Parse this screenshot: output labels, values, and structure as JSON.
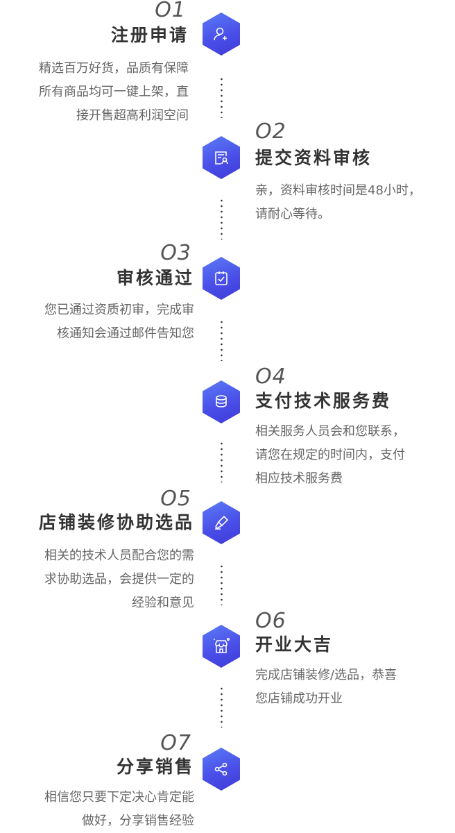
{
  "steps": [
    {
      "num": "O1",
      "title": "注册申请",
      "desc": [
        "精选百万好货，品质有保障",
        "所有商品均可一键上架，直",
        "接开售超高利润空间"
      ],
      "icon": "user-add-icon"
    },
    {
      "num": "O2",
      "title": "提交资料审核",
      "desc": [
        "亲，资料审核时间是48小时，",
        "请耐心等待。"
      ],
      "icon": "document-review-icon"
    },
    {
      "num": "O3",
      "title": "审核通过",
      "desc": [
        "您已通过资质初审，完成审",
        "核通知会通过邮件告知您"
      ],
      "icon": "checklist-icon"
    },
    {
      "num": "O4",
      "title": "支付技术服务费",
      "desc": [
        "相关服务人员会和您联系，",
        "请您在规定的时间内，支付",
        "相应技术服务费"
      ],
      "icon": "coins-icon"
    },
    {
      "num": "O5",
      "title": "店铺装修协助选品",
      "desc": [
        "相关的技术人员配合您的需",
        "求协助选品，会提供一定的",
        "经验和意见"
      ],
      "icon": "brush-icon"
    },
    {
      "num": "O6",
      "title": "开业大吉",
      "desc": [
        "完成店铺装修/选品，恭喜",
        "您店铺成功开业"
      ],
      "icon": "storefront-icon"
    },
    {
      "num": "O7",
      "title": "分享销售",
      "desc": [
        "相信您只要下定决心肯定能",
        "做好，分享销售经验"
      ],
      "icon": "share-icon"
    }
  ],
  "colors": {
    "accent_start": "#5b7cf6",
    "accent_end": "#3f3ad8",
    "title": "#333333",
    "desc": "#666666"
  }
}
